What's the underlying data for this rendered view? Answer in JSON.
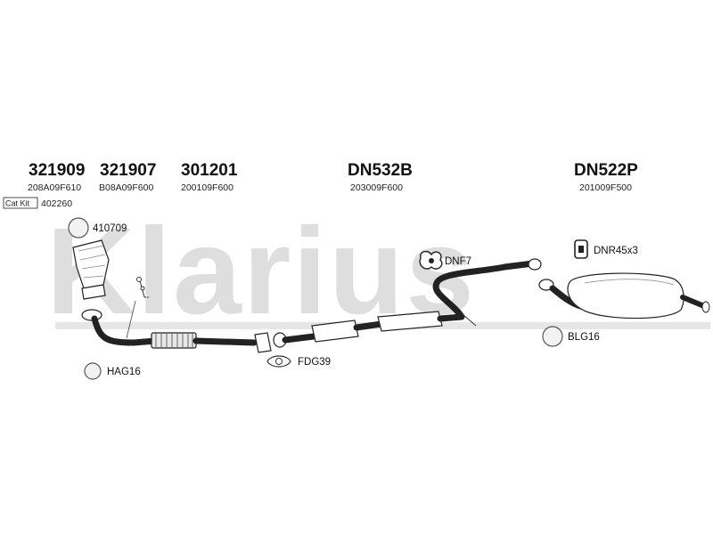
{
  "watermark": "Klarius",
  "part_numbers": [
    {
      "number": "321909",
      "oe": "208A09F610"
    },
    {
      "number": "321907",
      "oe": "B08A09F600"
    },
    {
      "number": "301201",
      "oe": "200109F600"
    },
    {
      "number": "DN532B",
      "oe": "203009F600"
    },
    {
      "number": "DN522P",
      "oe": "201009F500"
    }
  ],
  "cat_kit": {
    "label": "Cat Kit",
    "number": "402260"
  },
  "accessories": [
    {
      "code": "410709",
      "icon": "circle-fitting-icon"
    },
    {
      "code": "DNF7",
      "icon": "hanger-bracket-icon"
    },
    {
      "code": "DNR45x3",
      "icon": "rubber-mount-icon"
    },
    {
      "code": "BLG16",
      "icon": "circle-fitting-icon"
    },
    {
      "code": "HAG16",
      "icon": "circle-fitting-icon"
    },
    {
      "code": "FDG39",
      "icon": "gasket-icon"
    }
  ],
  "colors": {
    "ink": "#222222",
    "watermark": "#dedede",
    "fitting_fill": "#f2f2f2"
  }
}
